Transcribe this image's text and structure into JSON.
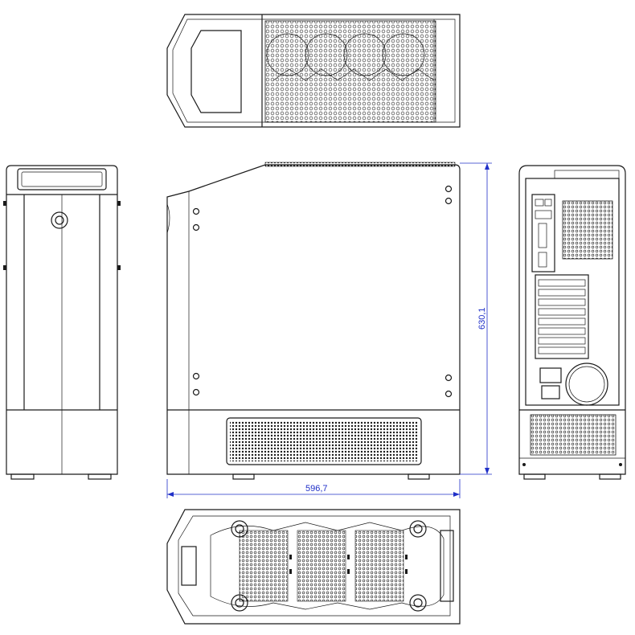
{
  "drawing": {
    "views": [
      "top-view",
      "front-view",
      "side-view",
      "rear-view",
      "bottom-view"
    ],
    "dimensions": {
      "width_label": "596,7",
      "height_label": "630,1"
    },
    "colors": {
      "line": "#1a1a1a",
      "dimension": "#2030c8",
      "background": "#ffffff"
    }
  }
}
